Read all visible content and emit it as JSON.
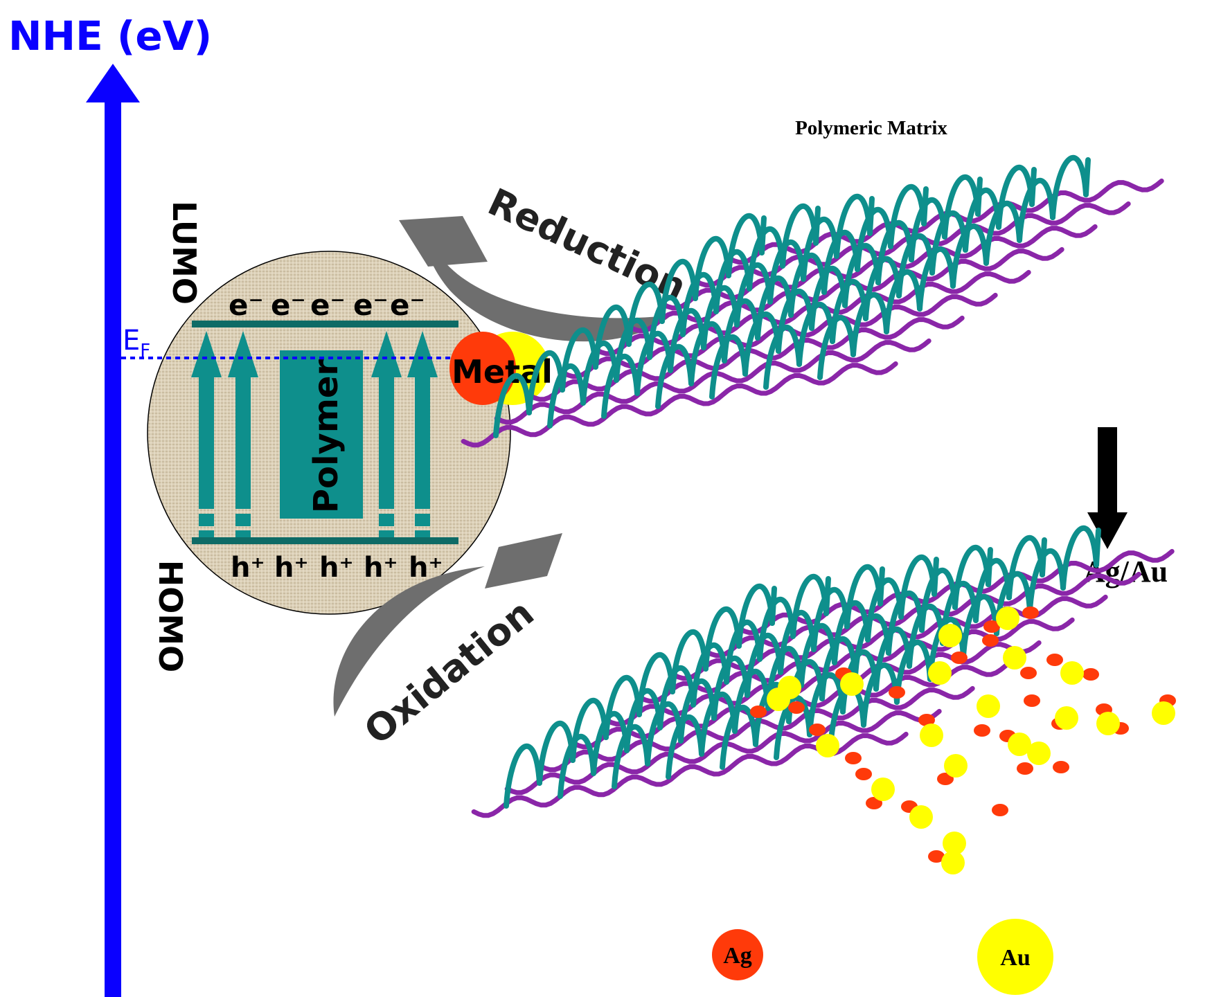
{
  "energy_axis": {
    "label": "NHE (eV)",
    "color": "#0a00ff"
  },
  "levels": {
    "lumo": "LUMO",
    "homo": "HOMO",
    "fermi_main": "E",
    "fermi_sub": "F"
  },
  "particle": {
    "center_label": "Polymer",
    "metal_label": "Metal",
    "electrons": [
      "e⁻",
      "e⁻",
      "e⁻",
      "e⁻",
      "e⁻"
    ],
    "holes": [
      "h⁺",
      "h⁺",
      "h⁺",
      "h⁺",
      "h⁺"
    ]
  },
  "processes": {
    "reduction": "Reduction",
    "oxidation": "Oxidation"
  },
  "matrix": {
    "title": "Polymeric Matrix",
    "step_label": "Ag/Au"
  },
  "legend": {
    "ag": "Ag",
    "au": "Au"
  },
  "colors": {
    "teal": "#0e8f8c",
    "purple": "#8a26a8",
    "ag": "#ff3a0a",
    "au": "#ffff00",
    "arrow_gray": "#6e6e6e",
    "texture": "#dcd0b8"
  }
}
